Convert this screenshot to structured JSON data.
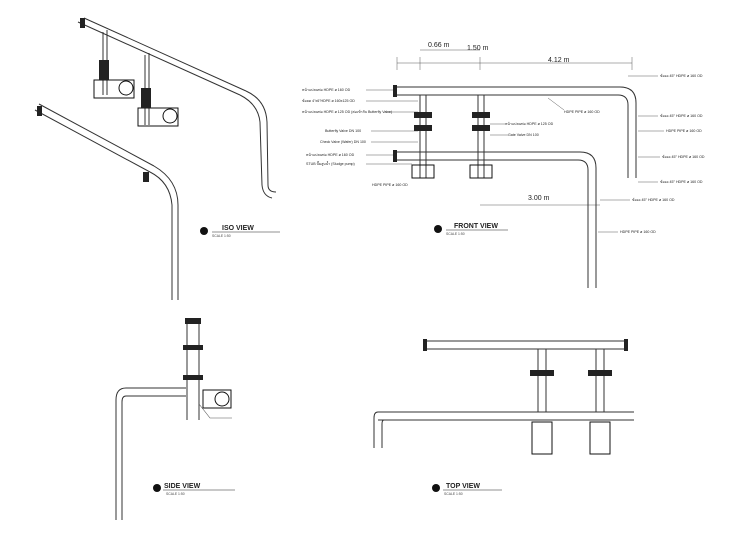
{
  "views": {
    "iso": {
      "title": "ISO VIEW",
      "scale": "SCALE 1:50"
    },
    "front": {
      "title": "FRONT VIEW",
      "scale": "SCALE 1:50"
    },
    "side": {
      "title": "SIDE VIEW",
      "scale": "SCALE 1:50"
    },
    "top": {
      "title": "TOP VIEW",
      "scale": "SCALE 1:50"
    }
  },
  "dimensions": {
    "d1": "0.66 m",
    "d2": "1.50 m",
    "d3": "4.12 m",
    "d4": "3.00 m"
  },
  "front_labels_left": [
    "หน้าแปลนท่อ HDPE ø 160 OD",
    "ข้อลด 4\"x6\"HDPE ø 160x125 OD",
    "หน้าแปลนท่อ HDPE ø 125 OD (ต่อเข้ากับ Butterfly Valve)",
    "Butterfly Valve DN 100",
    "Check Valve (Wafer) DN 100",
    "หน้าแปลนท่อ HDPE ø 160 OD",
    "STUB ปั๊มสูบน้ำ (Sludge pump)",
    "HDPE PIPE ø 160 OD"
  ],
  "front_labels_mid": [
    "HDPE PIPE ø 160 OD",
    "หน้าแปลนท่อ HDPE ø 125 OD",
    "Gate Valve DN 100"
  ],
  "front_labels_right": [
    "ข้องอ 45° HDPE ø 160 OD",
    "ข้องอ 45° HDPE ø 160 OD",
    "HDPE PIPE ø 160 OD",
    "ข้องอ 45° HDPE ø 160 OD",
    "ข้องอ 45° HDPE ø 160 OD",
    "ข้องอ 45° HDPE ø 160 OD",
    "HDPE PIPE ø 160 OD"
  ]
}
